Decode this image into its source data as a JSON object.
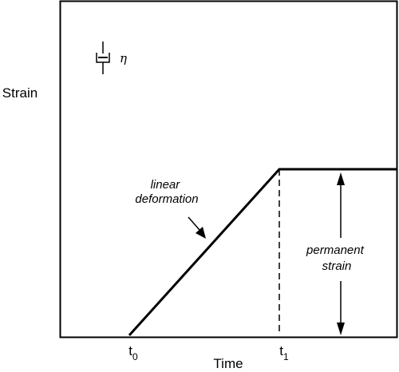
{
  "chart_data": {
    "type": "line",
    "title": "",
    "xlabel": "Time",
    "ylabel": "Strain",
    "x_ticks": [
      {
        "main": "t",
        "sub": "0"
      },
      {
        "main": "t",
        "sub": "1"
      }
    ],
    "series": [
      {
        "points": [
          {
            "x": "t0",
            "y": 0
          },
          {
            "x": "t1",
            "y": 1
          },
          {
            "x": "end",
            "y": 1
          }
        ]
      }
    ],
    "reference_lines": [
      {
        "x": "t1",
        "style": "dashed"
      }
    ],
    "annotations": {
      "linear": {
        "lines": [
          "linear",
          "deformation"
        ]
      },
      "permanent": {
        "lines": [
          "permanent",
          "strain"
        ]
      }
    },
    "dashpot_symbol": "η",
    "grid": false,
    "legend": "none"
  }
}
